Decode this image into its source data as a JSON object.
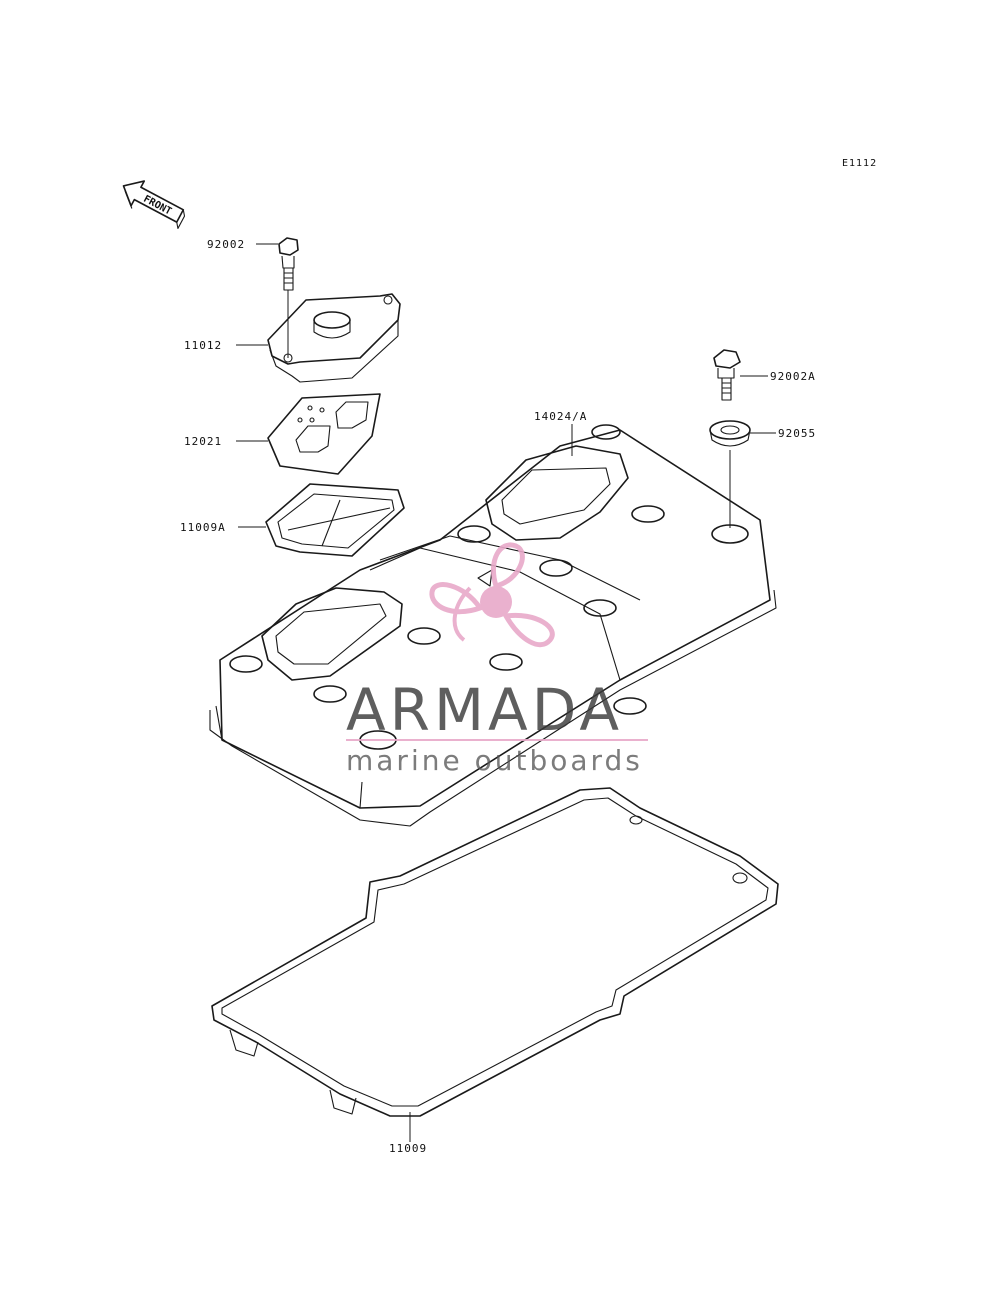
{
  "diagram": {
    "ref_code": "E1112",
    "front_label": "FRONT",
    "parts": [
      {
        "id": "92002",
        "label": "92002"
      },
      {
        "id": "11012",
        "label": "11012"
      },
      {
        "id": "12021",
        "label": "12021"
      },
      {
        "id": "11009A",
        "label": "11009A"
      },
      {
        "id": "14024A",
        "label": "14024/A"
      },
      {
        "id": "92002A",
        "label": "92002A"
      },
      {
        "id": "92055",
        "label": "92055"
      },
      {
        "id": "11009",
        "label": "11009"
      }
    ]
  },
  "watermark": {
    "title": "ARMADA",
    "subtitle": "marine outboards",
    "accent_color": "#e8a9c9",
    "text_color": "#3a3a3a"
  }
}
